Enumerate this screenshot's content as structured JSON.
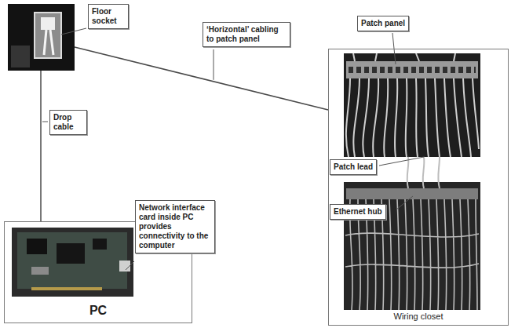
{
  "diagram": {
    "nodes": [
      {
        "text": [
          "Floor socket"
        ]
      },
      {
        "text": [
          "Wiring closet"
        ]
      },
      {
        "text": [
          "PC"
        ]
      }
    ],
    "edges": [
      {
        "from": 0,
        "to": 2,
        "label": "Drop cable",
        "arrow": "none"
      },
      {
        "from": 0,
        "to": 1,
        "label": "‘Horizontal’ cabling to patch panel",
        "arrow": "none"
      }
    ],
    "labels": [
      "Patch panel",
      "Patch lead",
      "Ethernet hub",
      "Network interface card inside PC provides connectivity to the computer"
    ]
  }
}
